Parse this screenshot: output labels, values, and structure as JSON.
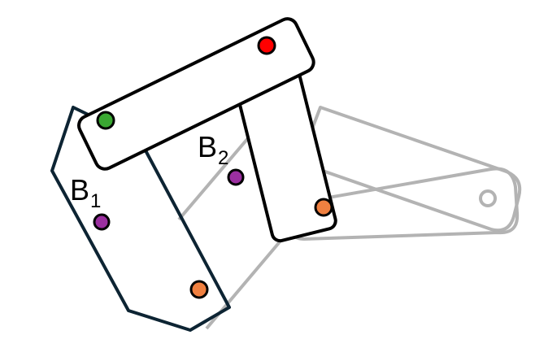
{
  "colors": {
    "background": "#ffffff",
    "ghost_link": "#b3b3b3",
    "active_link": "#000000",
    "body_outline": "#0d2433",
    "joint_outline": "#000000",
    "joint_red": "#ff0000",
    "joint_green": "#3aa832",
    "joint_purple": "#9b2fa0",
    "joint_orange": "#f08040",
    "joint_hollow": "#ffffff"
  },
  "labels": {
    "b1_main": "B",
    "b1_sub": "1",
    "b2_main": "B",
    "b2_sub": "2"
  },
  "joints": [
    {
      "name": "top-pivot",
      "color": "joint_red"
    },
    {
      "name": "left-pivot",
      "color": "joint_green"
    },
    {
      "name": "b2-marker",
      "color": "joint_purple"
    },
    {
      "name": "b1-marker",
      "color": "joint_purple"
    },
    {
      "name": "upright-bottom-pivot",
      "color": "joint_orange"
    },
    {
      "name": "body-bottom-pivot",
      "color": "joint_orange"
    },
    {
      "name": "ghost-end-pivot",
      "color": "joint_hollow"
    }
  ]
}
